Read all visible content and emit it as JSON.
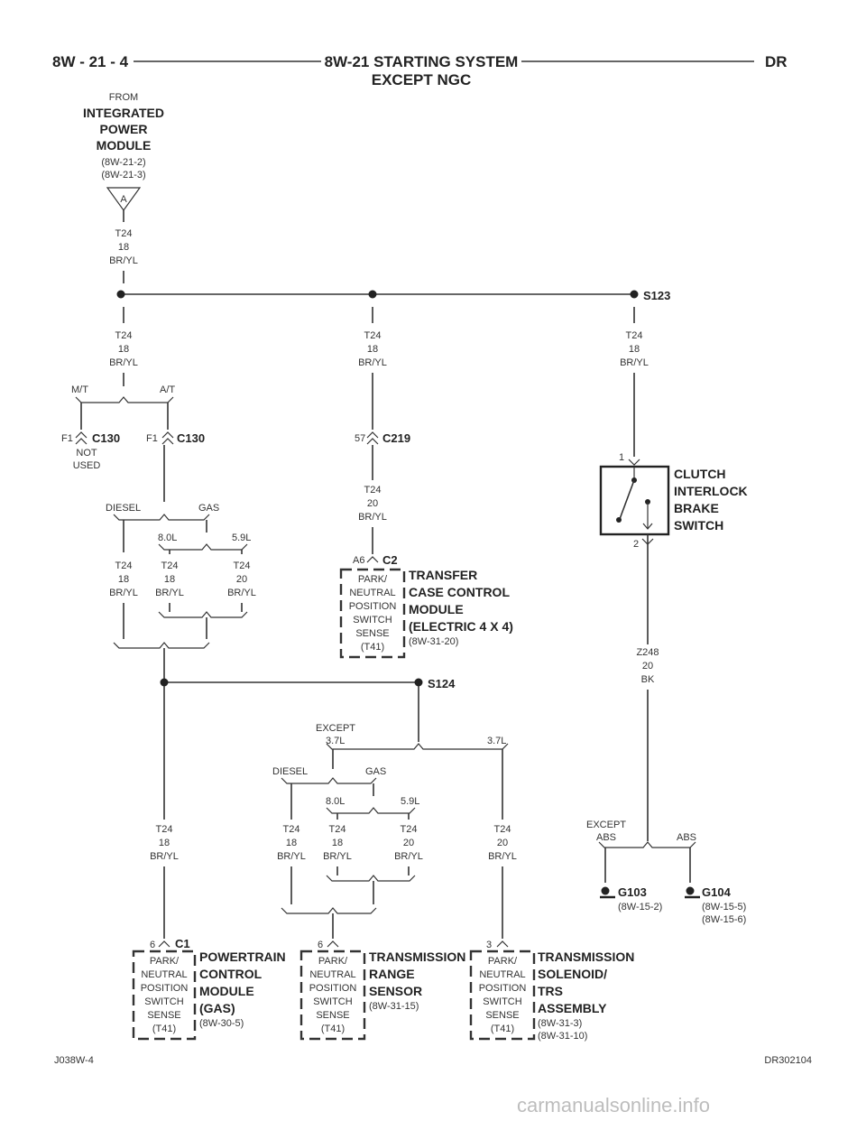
{
  "header": {
    "page_number": "8W - 21 - 4",
    "title_line1": "8W-21 STARTING SYSTEM",
    "title_line2": "EXCEPT NGC",
    "section_code": "DR"
  },
  "source": {
    "from": "FROM",
    "name_line1": "INTEGRATED",
    "name_line2": "POWER",
    "name_line3": "MODULE",
    "ref1": "(8W-21-2)",
    "ref2": "(8W-21-3)",
    "connector_letter": "A"
  },
  "wire_t24_18": {
    "circuit": "T24",
    "gauge": "18",
    "color": "BR/YL"
  },
  "wire_t24_20": {
    "circuit": "T24",
    "gauge": "20",
    "color": "BR/YL"
  },
  "wire_z248": {
    "circuit": "Z248",
    "gauge": "20",
    "color": "BK"
  },
  "splices": {
    "s123": "S123",
    "s124": "S124"
  },
  "options": {
    "mt": "M/T",
    "at": "A/T",
    "diesel": "DIESEL",
    "gas": "GAS",
    "l80": "8.0L",
    "l59": "5.9L",
    "except": "EXCEPT",
    "l37": "3.7L",
    "abs": "ABS"
  },
  "connectors": {
    "c130": "C130",
    "c219": "C219",
    "c2": "C2",
    "c1": "C1",
    "pin_f1": "F1",
    "pin_57": "57",
    "pin_a6": "A6",
    "pin_6": "6",
    "pin_3": "3",
    "pin_1": "1",
    "pin_2": "2",
    "not": "NOT",
    "used": "USED"
  },
  "sense": {
    "l1": "PARK/",
    "l2": "NEUTRAL",
    "l3": "POSITION",
    "l4": "SWITCH",
    "l5": "SENSE",
    "l6": "(T41)"
  },
  "clutch_switch": {
    "l1": "CLUTCH",
    "l2": "INTERLOCK",
    "l3": "BRAKE",
    "l4": "SWITCH"
  },
  "tccm": {
    "l1": "TRANSFER",
    "l2": "CASE CONTROL",
    "l3": "MODULE",
    "l4": "(ELECTRIC 4 X 4)",
    "ref": "(8W-31-20)"
  },
  "pcm": {
    "l1": "POWERTRAIN",
    "l2": "CONTROL",
    "l3": "MODULE",
    "l4": "(GAS)",
    "ref": "(8W-30-5)"
  },
  "trs": {
    "l1": "TRANSMISSION",
    "l2": "RANGE",
    "l3": "SENSOR",
    "ref": "(8W-31-15)"
  },
  "tsa": {
    "l1": "TRANSMISSION",
    "l2": "SOLENOID/",
    "l3": "TRS",
    "l4": "ASSEMBLY",
    "ref1": "(8W-31-3)",
    "ref2": "(8W-31-10)"
  },
  "grounds": {
    "g103": "G103",
    "g103_ref": "(8W-15-2)",
    "g104": "G104",
    "g104_ref1": "(8W-15-5)",
    "g104_ref2": "(8W-15-6)"
  },
  "footer": {
    "left": "J038W-4",
    "right": "DR302104"
  },
  "watermark": "carmanualsonline.info"
}
